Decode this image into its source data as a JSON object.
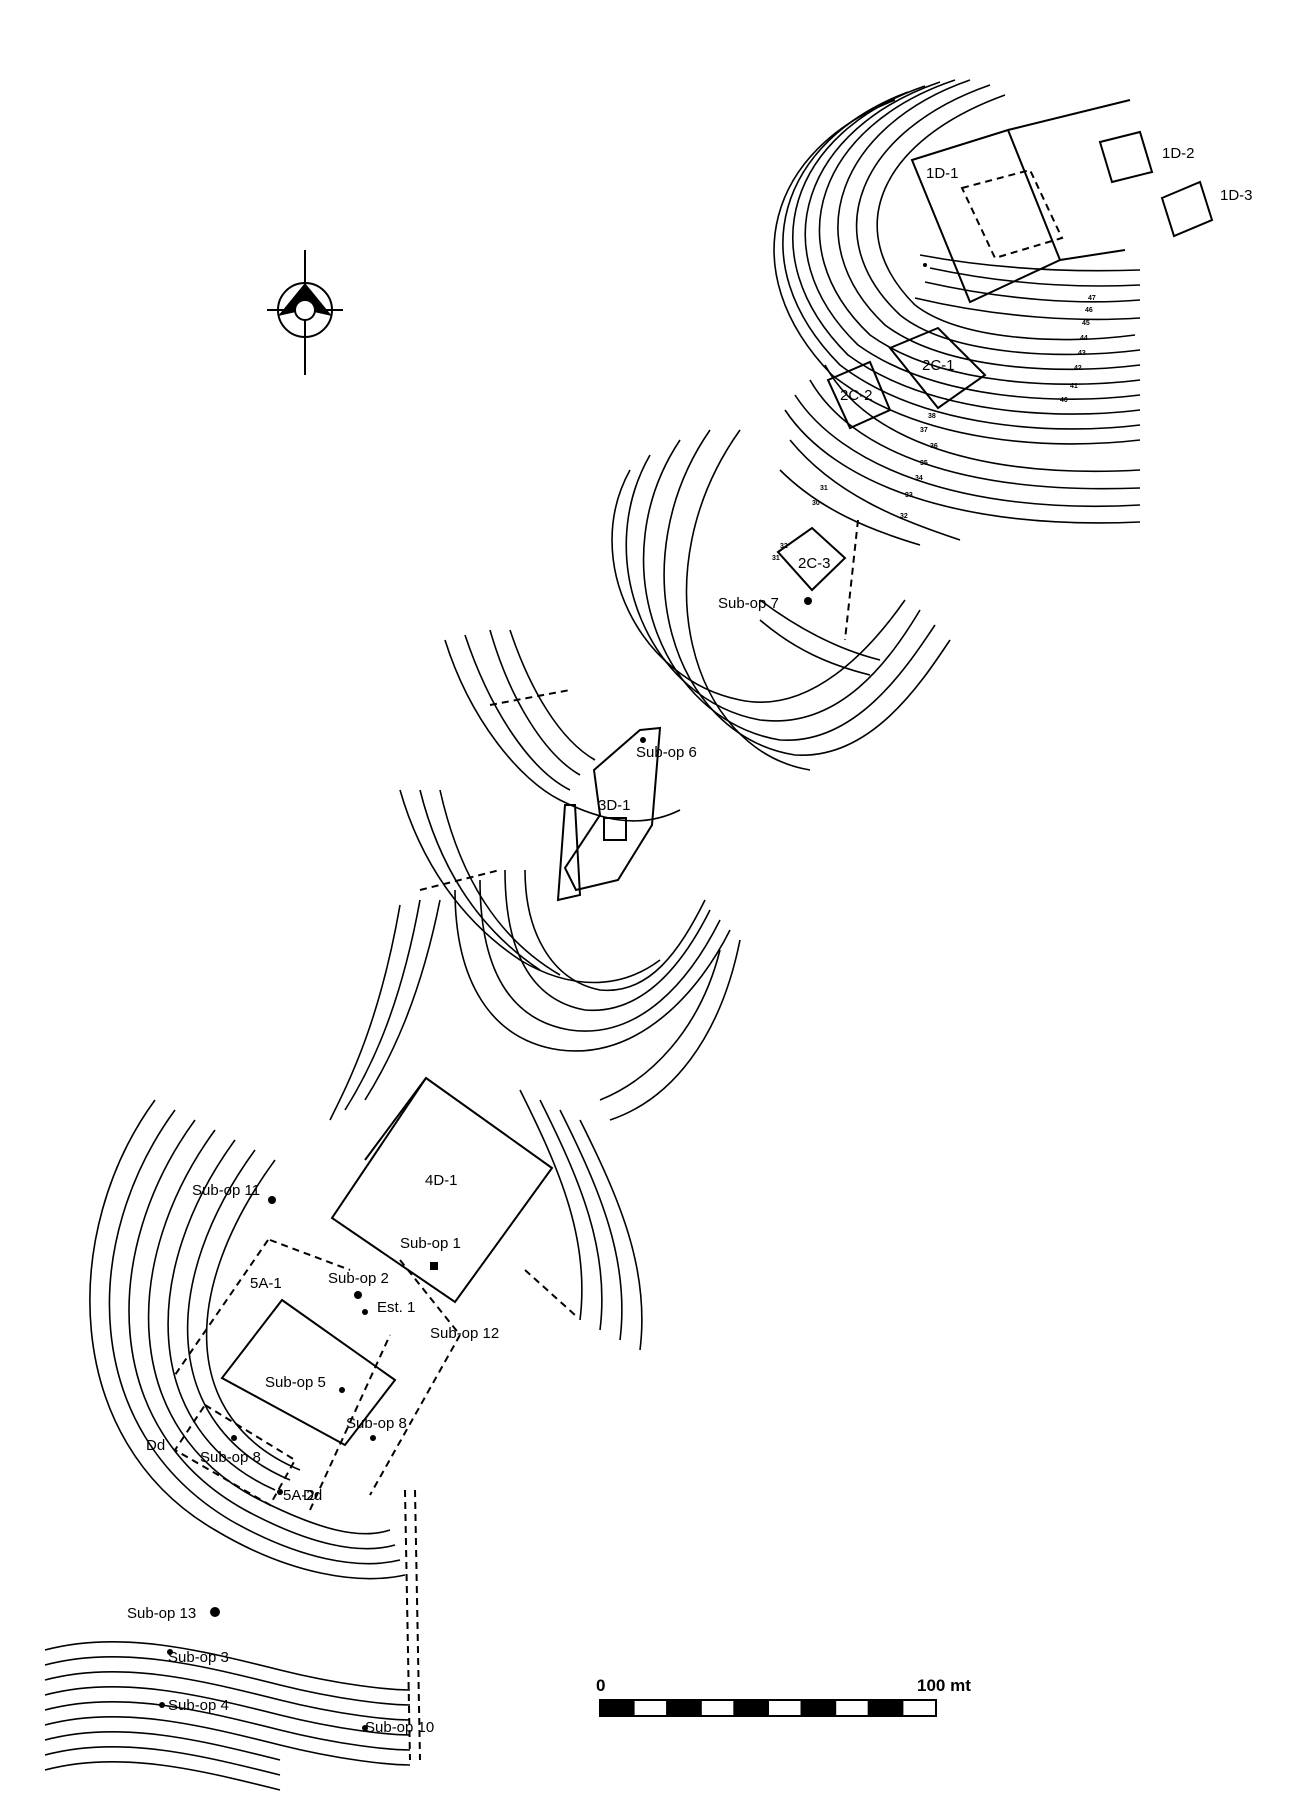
{
  "map": {
    "north_arrow": "north-arrow-icon",
    "structures": [
      "1D-1",
      "1D-2",
      "1D-3",
      "2C-1",
      "2C-2",
      "2C-3",
      "3D-1",
      "4D-1",
      "5A-1",
      "5A-2"
    ],
    "labels": {
      "sub_op_1": "Sub-op 1",
      "sub_op_2": "Sub-op 2",
      "sub_op_3": "Sub-op 3",
      "sub_op_4": "Sub-op 4",
      "sub_op_5": "Sub-op 5",
      "sub_op_6": "Sub-op 6",
      "sub_op_7": "Sub-op 7",
      "sub_op_8a": "Sub-op 8",
      "sub_op_8b": "Sub-op 8",
      "sub_op_10": "Sub-op 10",
      "sub_op_11": "Sub-op 11",
      "sub_op_12": "Sub-op 12",
      "sub_op_13": "Sub-op 13",
      "est_1": "Est. 1",
      "dd_1": "Dd",
      "dd_2": "Dd"
    },
    "scale_bar": {
      "start": "0",
      "end": "100 mt",
      "segments": 10
    }
  }
}
